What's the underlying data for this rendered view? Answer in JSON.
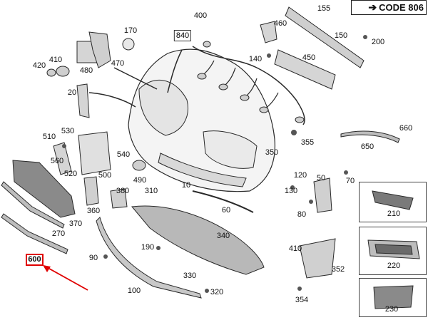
{
  "code_box": {
    "label": "CODE 806",
    "arrow": "➔"
  },
  "highlighted_label": "600",
  "boxed_label": "840",
  "labels": {
    "l400": "400",
    "l155": "155",
    "l460": "460",
    "l150": "150",
    "l200": "200",
    "l170": "170",
    "l410": "410",
    "l420": "420",
    "l480": "480",
    "l470": "470",
    "l140": "140",
    "l450": "450",
    "l20": "20",
    "l510": "510",
    "l530": "530",
    "l560": "560",
    "l520": "520",
    "l500": "500",
    "l540": "540",
    "l490": "490",
    "l360": "360",
    "l380": "380",
    "l370": "370",
    "l310": "310",
    "l10": "10",
    "l60": "60",
    "l350": "350",
    "l355": "355",
    "l120": "120",
    "l130": "130",
    "l650": "650",
    "l660": "660",
    "l50": "50",
    "l70": "70",
    "l80": "80",
    "l270": "270",
    "l340": "340",
    "l190": "190",
    "l410b": "410",
    "l90": "90",
    "l330": "330",
    "l320": "320",
    "l352": "352",
    "l354": "354",
    "l100": "100",
    "l210": "210",
    "l220": "220",
    "l230": "230"
  },
  "colors": {
    "line": "#2a2a2a",
    "highlight": "#e00000",
    "part_gray": "#b8b8b8",
    "grille": "#555555"
  }
}
